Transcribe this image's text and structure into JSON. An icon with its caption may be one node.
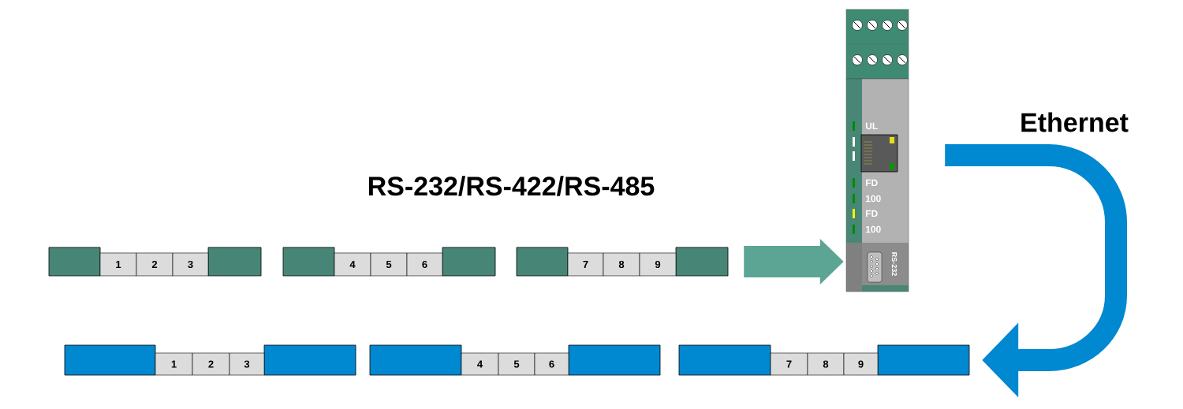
{
  "diagram": {
    "nodes": [
      {
        "text": [
          "1",
          "2",
          "3"
        ]
      },
      {
        "text": [
          "4",
          "5",
          "6"
        ]
      },
      {
        "text": [
          "7",
          "8",
          "9"
        ]
      },
      {
        "text": [
          "UL",
          "FD",
          "100",
          "FD",
          "100",
          "RS-232"
        ]
      },
      {
        "text": [
          "1",
          "2",
          "3"
        ]
      },
      {
        "text": [
          "4",
          "5",
          "6"
        ]
      },
      {
        "text": [
          "7",
          "8",
          "9"
        ]
      }
    ],
    "edges": [
      {
        "from": 2,
        "to": 3,
        "arrow": "to",
        "color": "#5ca594"
      },
      {
        "from": 3,
        "to": 6,
        "arrow": "to",
        "color": "#0088d0",
        "label": "Ethernet"
      }
    ],
    "labels": [
      "RS-232/RS-422/RS-485"
    ]
  }
}
